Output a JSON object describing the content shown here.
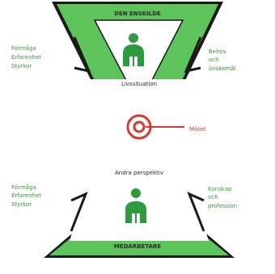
{
  "top": {
    "title": "DEN ENSKILDE",
    "left_lines": [
      "Förmåga",
      "Erfarenhet",
      "Styrkor"
    ],
    "right_lines": [
      "Behov",
      "och",
      "önskemål"
    ],
    "center_label": "Livssituation"
  },
  "middle": {
    "label": "Mötet"
  },
  "bottom": {
    "title": "MEDARBETARE",
    "left_lines": [
      "Förmåga",
      "Erfarenhet",
      "Styrkor"
    ],
    "right_lines": [
      "Kunskap",
      "och",
      "profession"
    ],
    "center_label": "Andra perspektiv"
  },
  "colors": {
    "outline": "#1a1a1a",
    "shape_green": "#5cc45a",
    "text_green": "#3a9a3a",
    "person_green": "#2d9a3e",
    "meeting_red": "#d63a2e"
  }
}
